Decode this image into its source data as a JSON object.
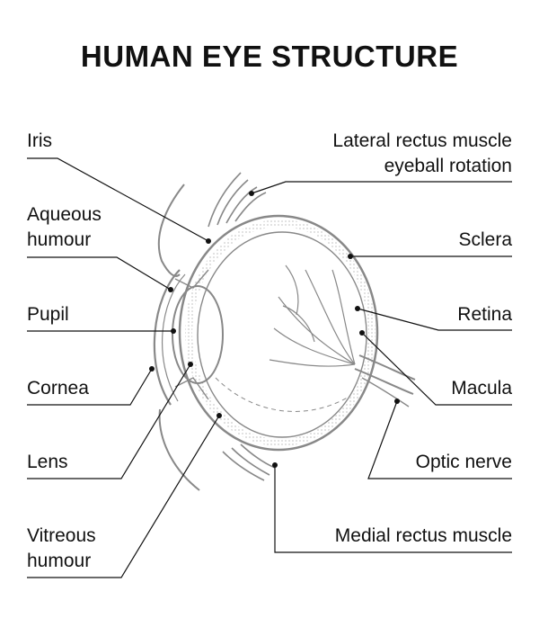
{
  "title": "HUMAN EYE STRUCTURE",
  "labels": {
    "iris": "Iris",
    "aqueous_humour_1": "Aqueous",
    "aqueous_humour_2": "humour",
    "pupil": "Pupil",
    "cornea": "Cornea",
    "lens": "Lens",
    "vitreous_humour_1": "Vitreous",
    "vitreous_humour_2": "humour",
    "lateral_rectus_1": "Lateral rectus muscle",
    "lateral_rectus_2": "eyeball rotation",
    "sclera": "Sclera",
    "retina": "Retina",
    "macula": "Macula",
    "optic_nerve": "Optic nerve",
    "medial_rectus": "Medial rectus muscle"
  },
  "colors": {
    "text": "#111111",
    "line": "#111111",
    "eye_stroke": "#888888"
  }
}
